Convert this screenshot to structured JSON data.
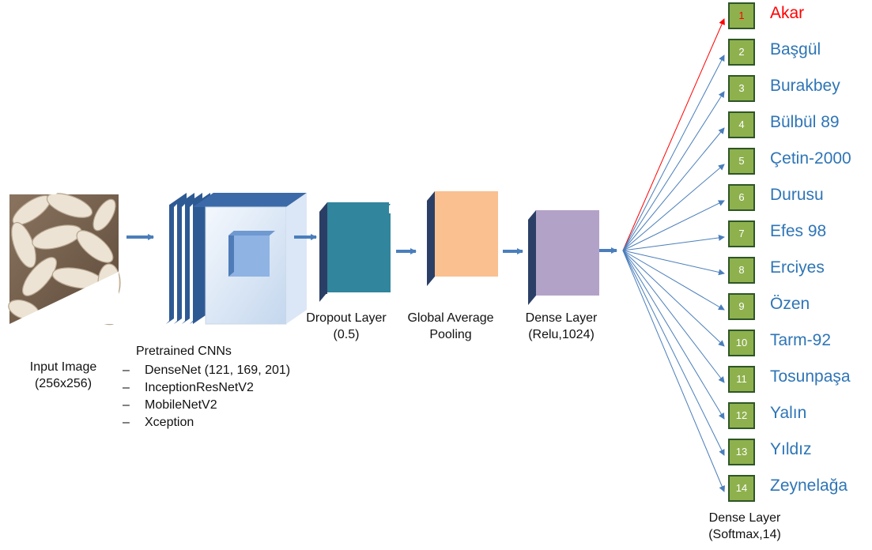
{
  "input": {
    "label_line1": "Input Image",
    "label_line2": "(256x256)"
  },
  "pretrained": {
    "title": "Pretrained CNNs",
    "models": [
      "DenseNet (121, 169, 201)",
      "InceptionResNetV2",
      "MobileNetV2",
      "Xception"
    ],
    "dash": "–"
  },
  "dropout": {
    "label_line1": "Dropout Layer",
    "label_line2": "(0.5)",
    "color": "#31859c"
  },
  "gap": {
    "label_line1": "Global Average",
    "label_line2": "Pooling",
    "color": "#fac090"
  },
  "dense": {
    "label_line1": "Dense Layer",
    "label_line2": "(Relu,1024)",
    "color": "#b3a2c7"
  },
  "output": {
    "label_line1": "Dense Layer",
    "label_line2": "(Softmax,14)",
    "classes": [
      {
        "num": "1",
        "name": "Akar"
      },
      {
        "num": "2",
        "name": "Başgül"
      },
      {
        "num": "3",
        "name": "Burakbey"
      },
      {
        "num": "4",
        "name": "Bülbül 89"
      },
      {
        "num": "5",
        "name": "Çetin-2000"
      },
      {
        "num": "6",
        "name": "Durusu"
      },
      {
        "num": "7",
        "name": "Efes 98"
      },
      {
        "num": "8",
        "name": "Erciyes"
      },
      {
        "num": "9",
        "name": "Özen"
      },
      {
        "num": "10",
        "name": "Tarm-92"
      },
      {
        "num": "11",
        "name": "Tosunpaşa"
      },
      {
        "num": "12",
        "name": "Yalın"
      },
      {
        "num": "13",
        "name": "Yıldız"
      },
      {
        "num": "14",
        "name": "Zeynelağa"
      }
    ],
    "highlight_color": "#ff0000",
    "label_color": "#2e75b6",
    "box_color": "#8eb14e"
  },
  "flow_arrow_color": "#4a7ebb",
  "output_arrow_color": "#4a7ebb"
}
